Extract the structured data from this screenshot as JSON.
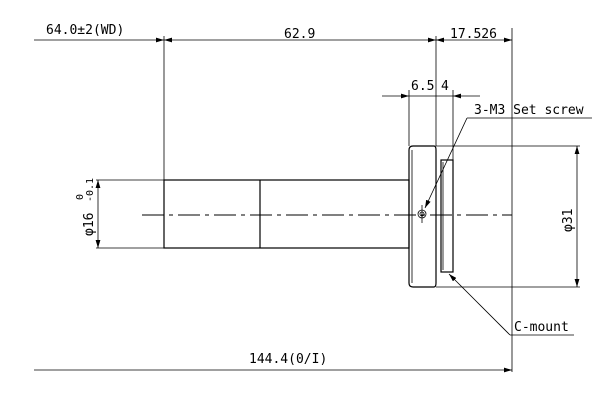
{
  "dimensions": {
    "working_distance": "64.0±2(WD)",
    "lens_length": "62.9",
    "flange_back": "17.526",
    "flange_width": "6.5",
    "mount_width": "4",
    "tube_diameter": "φ16",
    "tube_tolerance_upper": "0",
    "tube_tolerance_lower": "-0.1",
    "body_diameter": "φ31",
    "total_length": "144.4(0/I)"
  },
  "callouts": {
    "set_screw": "3-M3 Set screw",
    "mount": "C-mount"
  }
}
